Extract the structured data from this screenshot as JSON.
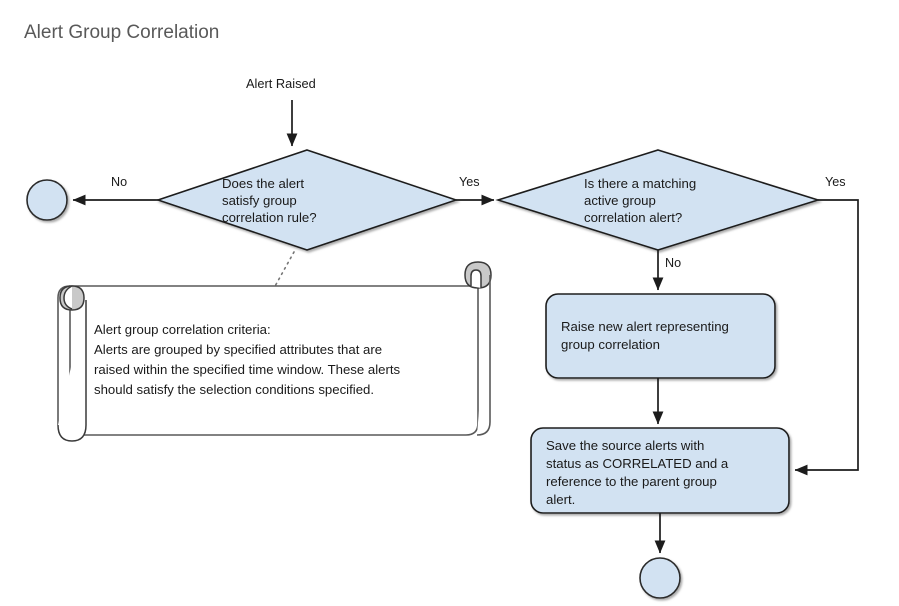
{
  "diagram": {
    "title": "Alert Group Correlation",
    "type": "flowchart",
    "colors": {
      "node_fill": "#d2e2f2",
      "node_stroke": "#1c1c1c",
      "note_fill": "#ffffff",
      "note_curl_fill": "#c9c9c9",
      "title_text": "#595959",
      "body_text": "#1a1a1a",
      "background": "#ffffff"
    },
    "start_label": "Alert Raised",
    "nodes": {
      "terminator_no": {
        "shape": "circle",
        "label": ""
      },
      "decision_rule": {
        "shape": "diamond",
        "lines": [
          "Does the alert",
          "satisfy group",
          "correlation rule?"
        ]
      },
      "decision_matching": {
        "shape": "diamond",
        "lines": [
          "Is there a matching",
          "active group",
          "correlation alert?"
        ]
      },
      "process_raise": {
        "shape": "rounded-rect",
        "lines": [
          "Raise new alert representing",
          "group correlation"
        ]
      },
      "process_save": {
        "shape": "rounded-rect",
        "lines": [
          "Save the source alerts with",
          "status as CORRELATED and a",
          "reference to the parent group",
          "alert."
        ]
      },
      "terminator_end": {
        "shape": "circle",
        "label": ""
      },
      "note_criteria": {
        "shape": "scroll-note",
        "lines": [
          "Alert group correlation criteria:",
          "Alerts are grouped by specified attributes that are",
          "raised within the specified time window. These alerts",
          "should satisfy the selection conditions specified."
        ]
      }
    },
    "edge_labels": {
      "rule_no": "No",
      "rule_yes": "Yes",
      "matching_no": "No",
      "matching_yes": "Yes"
    }
  }
}
